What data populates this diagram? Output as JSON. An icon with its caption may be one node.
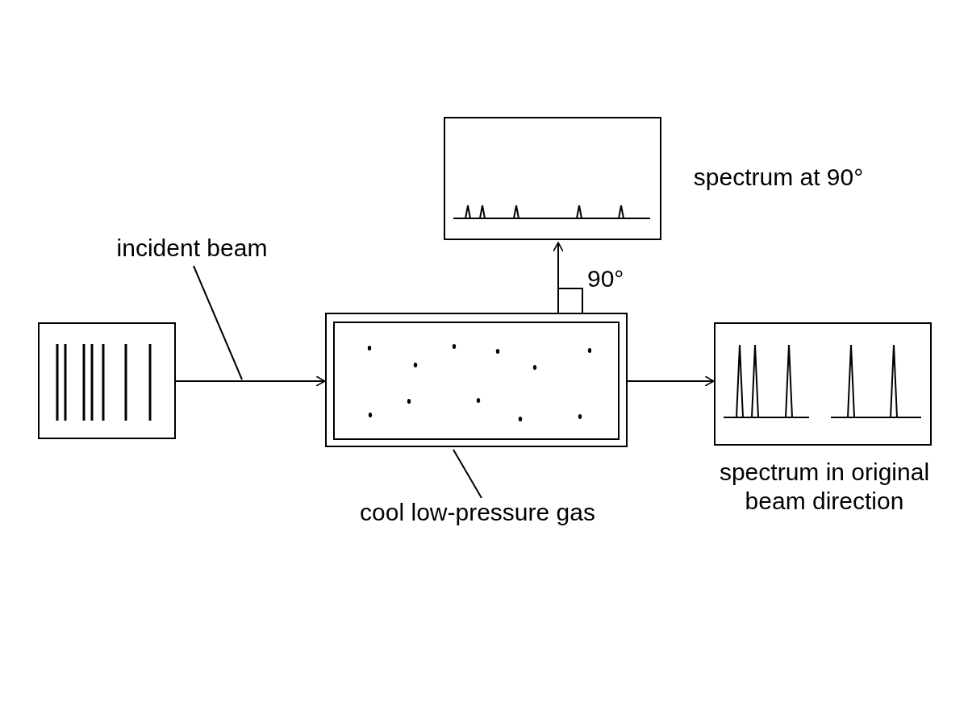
{
  "diagram": {
    "nodes": [
      {
        "text": [],
        "shape": "box"
      },
      {
        "text": [],
        "shape": "box"
      },
      {
        "text": [],
        "shape": "box",
        "beside": [
          "spectrum at 90°"
        ]
      },
      {
        "text": [],
        "shape": "box",
        "beside": [
          "spectrum in original beam direction"
        ]
      },
      {
        "text": [
          "incident beam"
        ]
      },
      {
        "text": [
          "cool low-pressure gas"
        ]
      }
    ],
    "edges": [
      {
        "from": 0,
        "to": 1,
        "arrow": "to"
      },
      {
        "from": 1,
        "to": 2,
        "arrow": "to"
      },
      {
        "from": 1,
        "to": 3,
        "arrow": "to"
      },
      {
        "from": 4,
        "to": null,
        "arrow": "none"
      },
      {
        "from": 5,
        "to": 1,
        "arrow": "none"
      }
    ],
    "labels": [
      "90°"
    ]
  }
}
